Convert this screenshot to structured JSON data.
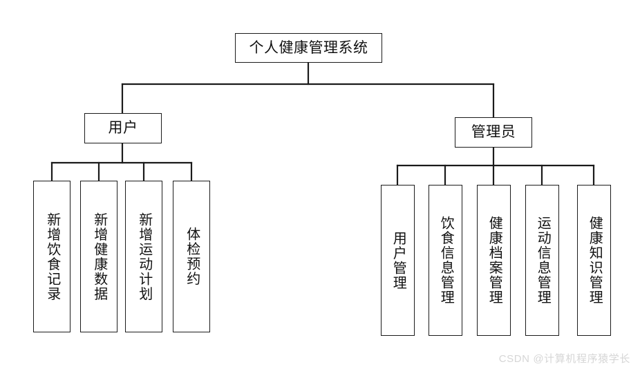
{
  "diagram": {
    "type": "tree",
    "title": "个人健康管理系统",
    "orientation": "top-down",
    "line_color": "#1a1a1a",
    "box_fill": "#ffffff",
    "text_color": "#111111",
    "root": {
      "id": "root",
      "label": "个人健康管理系统",
      "text_direction": "horizontal"
    },
    "branches": [
      {
        "id": "branch-user",
        "label": "用户",
        "text_direction": "horizontal",
        "children": [
          {
            "id": "leaf-add-diet-record",
            "label": "新增饮食记录",
            "text_direction": "vertical"
          },
          {
            "id": "leaf-add-health-data",
            "label": "新增健康数据",
            "text_direction": "vertical"
          },
          {
            "id": "leaf-add-exercise-plan",
            "label": "新增运动计划",
            "text_direction": "vertical"
          },
          {
            "id": "leaf-medical-exam-booking",
            "label": "体检预约",
            "text_direction": "vertical"
          }
        ]
      },
      {
        "id": "branch-admin",
        "label": "管理员",
        "text_direction": "horizontal",
        "children": [
          {
            "id": "leaf-user-management",
            "label": "用户管理",
            "text_direction": "vertical"
          },
          {
            "id": "leaf-diet-info-management",
            "label": "饮食信息管理",
            "text_direction": "vertical"
          },
          {
            "id": "leaf-health-record-management",
            "label": "健康档案管理",
            "text_direction": "vertical"
          },
          {
            "id": "leaf-exercise-info-management",
            "label": "运动信息管理",
            "text_direction": "vertical"
          },
          {
            "id": "leaf-health-knowledge-management",
            "label": "健康知识管理",
            "text_direction": "vertical"
          }
        ]
      }
    ]
  },
  "watermark": {
    "text": "CSDN @计算机程序猿学长",
    "color": "#d6d6d6"
  }
}
